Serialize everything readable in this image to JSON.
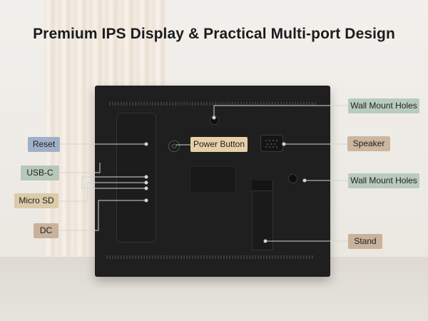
{
  "title": "Premium IPS Display & Practical Multi-port Design",
  "labels": {
    "reset": "Reset",
    "usbc": "USB-C",
    "microsd": "Micro SD",
    "dc": "DC",
    "power_button": "Power Button",
    "wall_mount_top": "Wall Mount Holes",
    "speaker": "Speaker",
    "wall_mount_mid": "Wall Mount Holes",
    "stand": "Stand"
  },
  "colors": {
    "reset_tag": "#9fb1c9",
    "usbc_tag": "#b7c8b9",
    "microsd_tag": "#dccba9",
    "dc_tag": "#c9b29b",
    "power_tag": "#e7cfa8",
    "wallmount_tag": "#b9cbbd",
    "speaker_tag": "#ccb69e",
    "stand_tag": "#c9b29b"
  }
}
